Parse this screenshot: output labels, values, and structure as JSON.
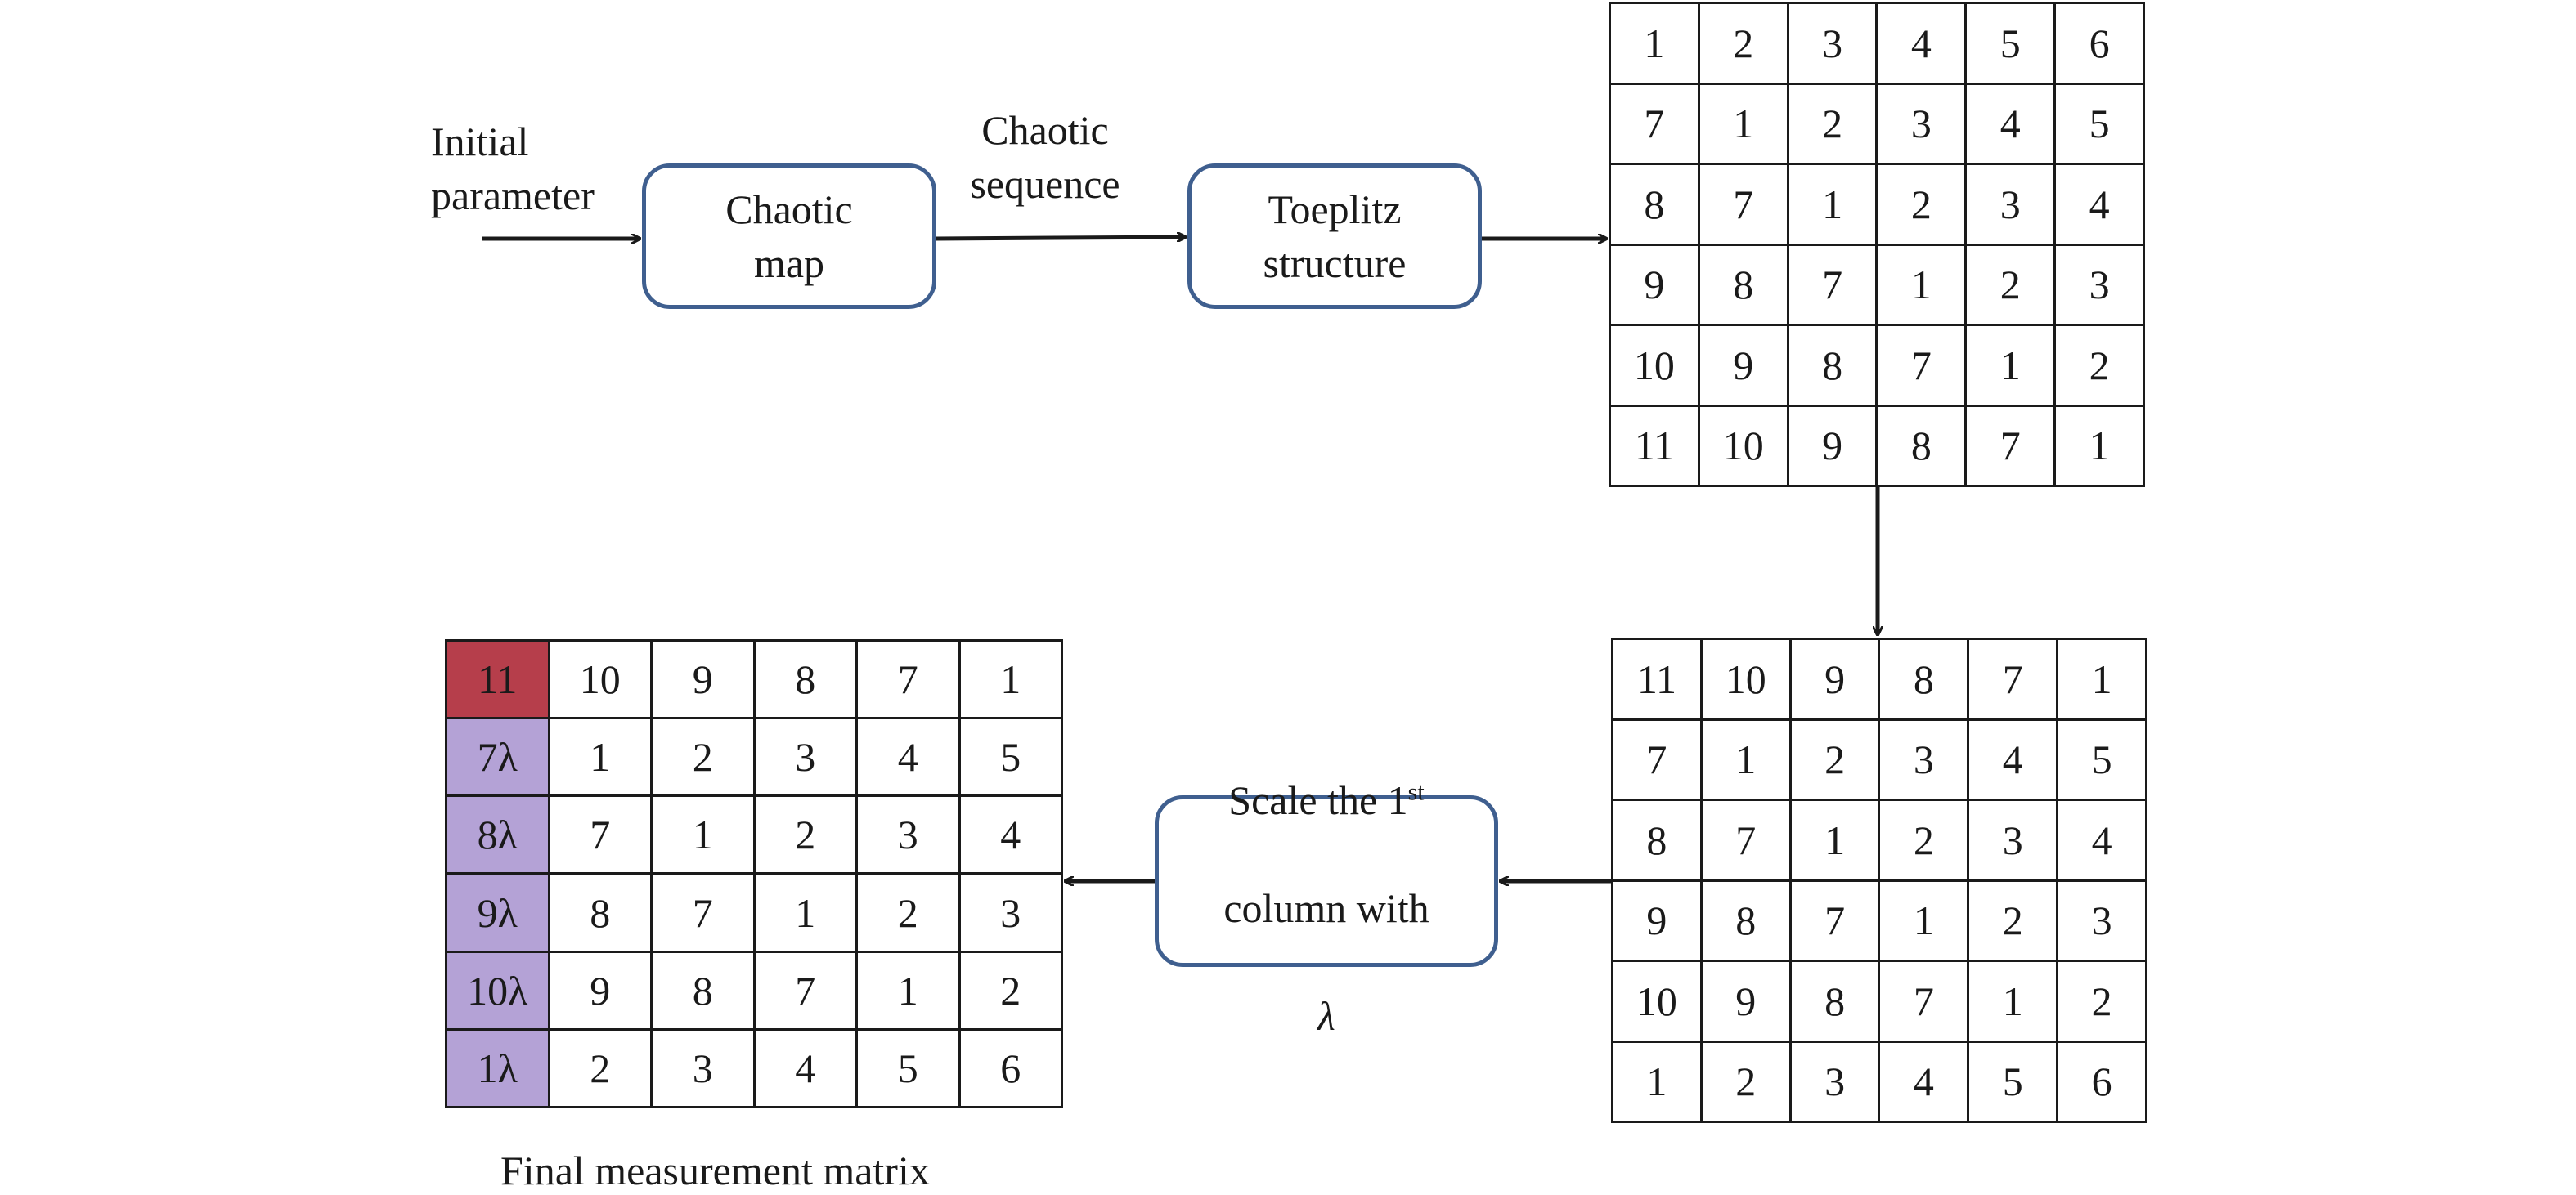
{
  "labels": {
    "initial_parameter": "Initial\nparameter",
    "chaotic_sequence": "Chaotic\nsequence"
  },
  "boxes": {
    "chaotic_map": "Chaotic\nmap",
    "toeplitz": "Toeplitz\nstructure",
    "scale_prefix": "Scale the 1",
    "scale_sup": "st",
    "scale_mid": "column with",
    "scale_lambda": "λ"
  },
  "matrices": {
    "toeplitz_matrix": [
      [
        "1",
        "2",
        "3",
        "4",
        "5",
        "6"
      ],
      [
        "7",
        "1",
        "2",
        "3",
        "4",
        "5"
      ],
      [
        "8",
        "7",
        "1",
        "2",
        "3",
        "4"
      ],
      [
        "9",
        "8",
        "7",
        "1",
        "2",
        "3"
      ],
      [
        "10",
        "9",
        "8",
        "7",
        "1",
        "2"
      ],
      [
        "11",
        "10",
        "9",
        "8",
        "7",
        "1"
      ]
    ],
    "shifted_matrix": [
      [
        "11",
        "10",
        "9",
        "8",
        "7",
        "1"
      ],
      [
        "7",
        "1",
        "2",
        "3",
        "4",
        "5"
      ],
      [
        "8",
        "7",
        "1",
        "2",
        "3",
        "4"
      ],
      [
        "9",
        "8",
        "7",
        "1",
        "2",
        "3"
      ],
      [
        "10",
        "9",
        "8",
        "7",
        "1",
        "2"
      ],
      [
        "1",
        "2",
        "3",
        "4",
        "5",
        "6"
      ]
    ],
    "final_matrix": [
      [
        "11",
        "10",
        "9",
        "8",
        "7",
        "1"
      ],
      [
        "7λ",
        "1",
        "2",
        "3",
        "4",
        "5"
      ],
      [
        "8λ",
        "7",
        "1",
        "2",
        "3",
        "4"
      ],
      [
        "9λ",
        "8",
        "7",
        "1",
        "2",
        "3"
      ],
      [
        "10λ",
        "9",
        "8",
        "7",
        "1",
        "2"
      ],
      [
        "1λ",
        "2",
        "3",
        "4",
        "5",
        "6"
      ]
    ],
    "final_caption": "Final measurement matrix"
  },
  "colors": {
    "box_border": "#3f5f8f",
    "highlight_first_cell": "#b63e4b",
    "scaled_column": "#b4a2d6"
  }
}
